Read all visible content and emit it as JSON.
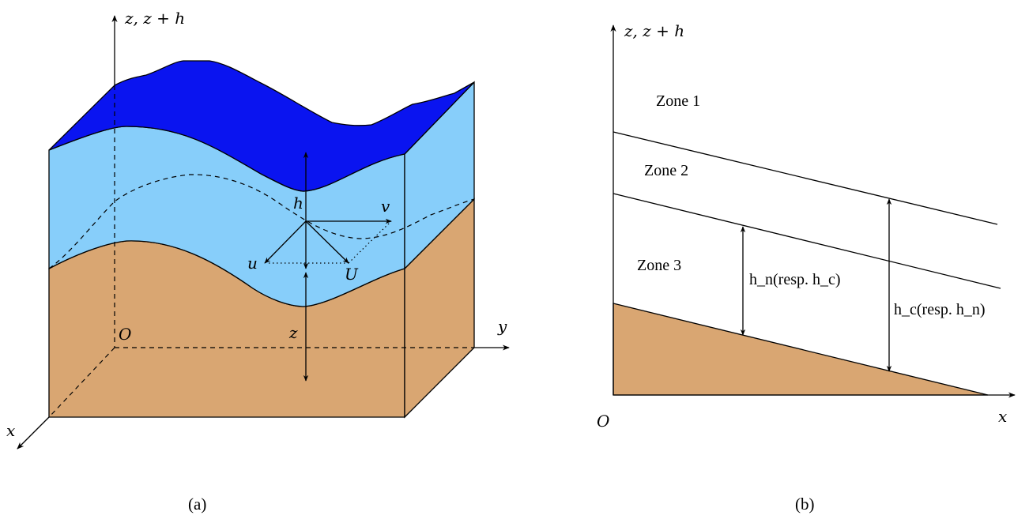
{
  "panel_a": {
    "caption": "(a)",
    "vertical_axis_label": "z, z + h",
    "origin_label": "O",
    "x_axis_label": "x",
    "y_axis_label": "y",
    "depth_label": "h",
    "bed_height_label": "z",
    "velocity_u_label": "u",
    "velocity_v_label": "v",
    "velocity_U_label": "U",
    "colors": {
      "free_surface_top": "#0a14f0",
      "water_side": "#87cefa",
      "sediment": "#d9a672"
    }
  },
  "panel_b": {
    "caption": "(b)",
    "vertical_axis_label": "z, z + h",
    "origin_label": "O",
    "x_axis_label": "x",
    "zone_labels": [
      "Zone 1",
      "Zone 2",
      "Zone 3"
    ],
    "depth_label_left": "h_n(resp. h_c)",
    "depth_label_right": "h_c(resp. h_n)",
    "colors": {
      "bed": "#d9a672"
    }
  }
}
